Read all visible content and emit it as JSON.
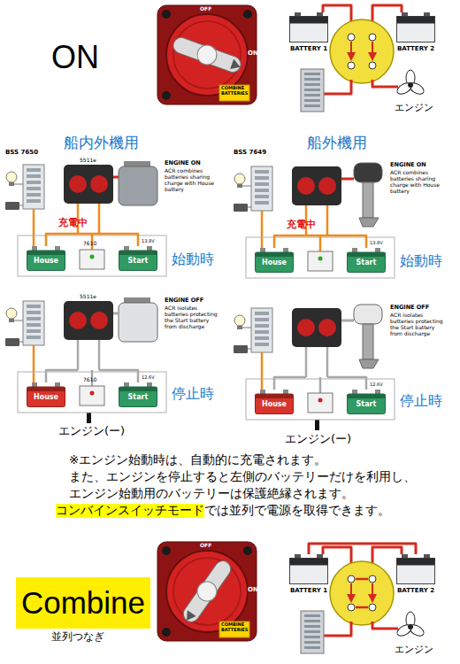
{
  "diagram": {
    "nodes": [
      {
        "text": [
          "BATTERY 1"
        ]
      },
      {
        "text": [
          "BATTERY 2"
        ]
      },
      {
        "text": [
          "House"
        ]
      },
      {
        "text": [
          "Start"
        ]
      },
      {
        "text": [
          "House"
        ]
      },
      {
        "text": [
          "Start"
        ]
      },
      {
        "text": [
          "House"
        ]
      },
      {
        "text": [
          "Start"
        ]
      },
      {
        "text": [
          "House"
        ]
      },
      {
        "text": [
          "Start"
        ]
      },
      {
        "text": [
          "Combine"
        ]
      },
      {
        "text": [
          "BATTERY 1"
        ]
      },
      {
        "text": [
          "BATTERY 2"
        ]
      }
    ],
    "edges": [
      {
        "from": 2,
        "to": 3,
        "arrow": "none"
      },
      {
        "from": 4,
        "to": 5,
        "arrow": "none"
      },
      {
        "from": 11,
        "to": 12,
        "arrow": "none"
      }
    ],
    "labels": [
      "ON",
      "OFF",
      "ON",
      "COMBINE BATTERIES",
      "エンジン",
      "船内外機用",
      "船外機用",
      "BSS 7650",
      "5511e",
      "ENGINE ON",
      "ACR combines batteries sharing charge with House battery",
      "BSS 7649",
      "ENGINE ON",
      "ACR combines batteries sharing charge with House battery",
      "7610",
      "充電中",
      "13.8V",
      "充電中",
      "13.8V",
      "始動時",
      "始動時",
      "5511e",
      "ENGINE OFF",
      "ACR isolates batteries protecting the Start battery from discharge",
      "ENGINE OFF",
      "ACR isolates batteries protecting the Start battery from discharge",
      "7610",
      "12.6V",
      "12.6V",
      "停止時",
      "停止時",
      "エンジン(ー)",
      "エンジン(ー)",
      "※エンジン始動時は、自動的に充電されます。",
      "また、エンジンを停止すると左側のバッテリーだけを利用し、",
      "エンジン始動用のバッテリーは保護絶縁されます。",
      "コンバインスイッチモード",
      "では並列で電源を取得できます。",
      "並列つなぎ",
      "OFF",
      "ON",
      "COMBINE BATTERIES",
      "エンジン"
    ]
  }
}
